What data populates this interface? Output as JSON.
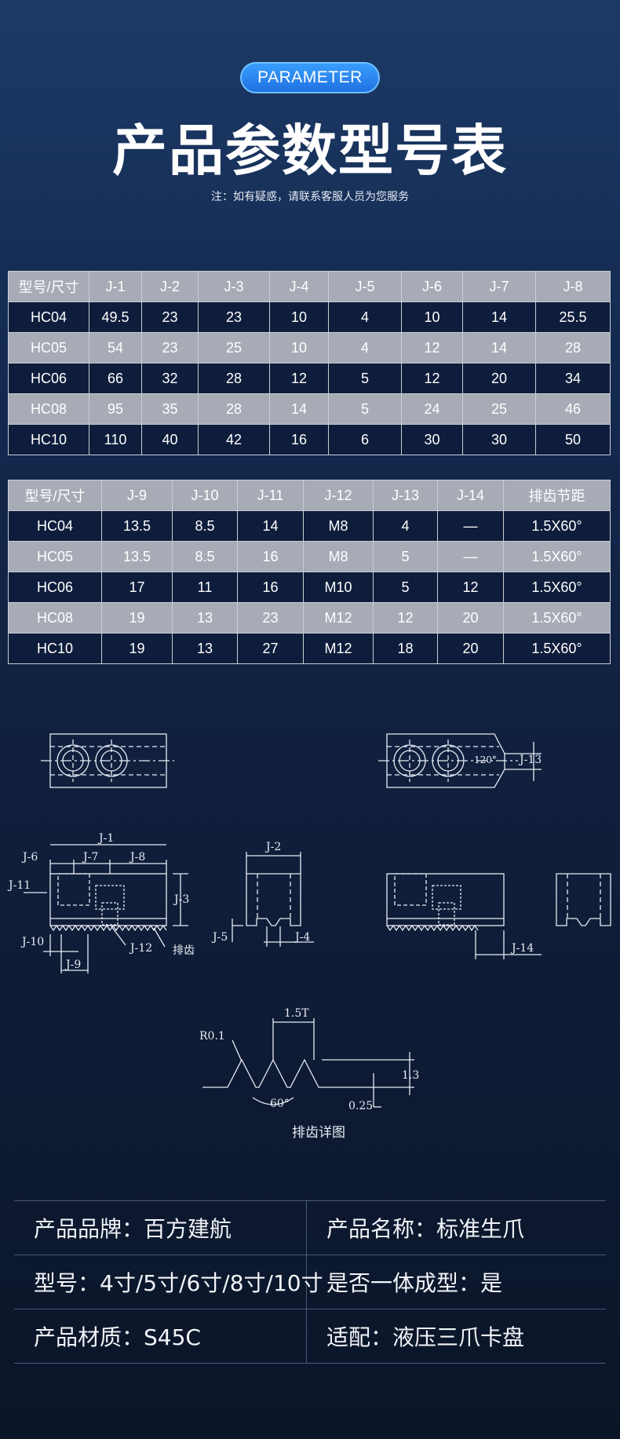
{
  "header": {
    "badge": "PARAMETER",
    "title": "产品参数型号表",
    "note": "注：如有疑惑，请联系客服人员为您服务"
  },
  "table1": {
    "headers": [
      "型号/尺寸",
      "J-1",
      "J-2",
      "J-3",
      "J-4",
      "J-5",
      "J-6",
      "J-7",
      "J-8"
    ],
    "rows": [
      [
        "HC04",
        "49.5",
        "23",
        "23",
        "10",
        "4",
        "10",
        "14",
        "25.5"
      ],
      [
        "HC05",
        "54",
        "23",
        "25",
        "10",
        "4",
        "12",
        "14",
        "28"
      ],
      [
        "HC06",
        "66",
        "32",
        "28",
        "12",
        "5",
        "12",
        "20",
        "34"
      ],
      [
        "HC08",
        "95",
        "35",
        "28",
        "14",
        "5",
        "24",
        "25",
        "46"
      ],
      [
        "HC10",
        "110",
        "40",
        "42",
        "16",
        "6",
        "30",
        "30",
        "50"
      ]
    ]
  },
  "table2": {
    "headers": [
      "型号/尺寸",
      "J-9",
      "J-10",
      "J-11",
      "J-12",
      "J-13",
      "J-14",
      "排齿节距"
    ],
    "rows": [
      [
        "HC04",
        "13.5",
        "8.5",
        "14",
        "M8",
        "4",
        "—",
        "1.5X60°"
      ],
      [
        "HC05",
        "13.5",
        "8.5",
        "16",
        "M8",
        "5",
        "—",
        "1.5X60°"
      ],
      [
        "HC06",
        "17",
        "11",
        "16",
        "M10",
        "5",
        "12",
        "1.5X60°"
      ],
      [
        "HC08",
        "19",
        "13",
        "23",
        "M12",
        "12",
        "20",
        "1.5X60°"
      ],
      [
        "HC10",
        "19",
        "13",
        "27",
        "M12",
        "18",
        "20",
        "1.5X60°"
      ]
    ]
  },
  "drawing": {
    "labels": {
      "j1": "J-1",
      "j2": "J-2",
      "j3": "J-3",
      "j4": "J-4",
      "j5": "J-5",
      "j6": "J-6",
      "j7": "J-7",
      "j8": "J-8",
      "j9": "J-9",
      "j10": "J-10",
      "j11": "J-11",
      "j12": "J-12",
      "j13": "J-13",
      "j14": "J-14",
      "teeth": "排齿",
      "angle120": "120°",
      "r01": "R0.1",
      "pitch": "1.5T",
      "h13": "1.3",
      "d025": "0.25",
      "angle60": "60°",
      "detail_caption": "排齿详图"
    }
  },
  "info": {
    "brand": "产品品牌：百方建航",
    "name": "产品名称：标准生爪",
    "model": "型号：4寸/5寸/6寸/8寸/10寸",
    "integral": "是否一体成型：是",
    "material": "产品材质：S45C",
    "fit": "适配：液压三爪卡盘"
  }
}
